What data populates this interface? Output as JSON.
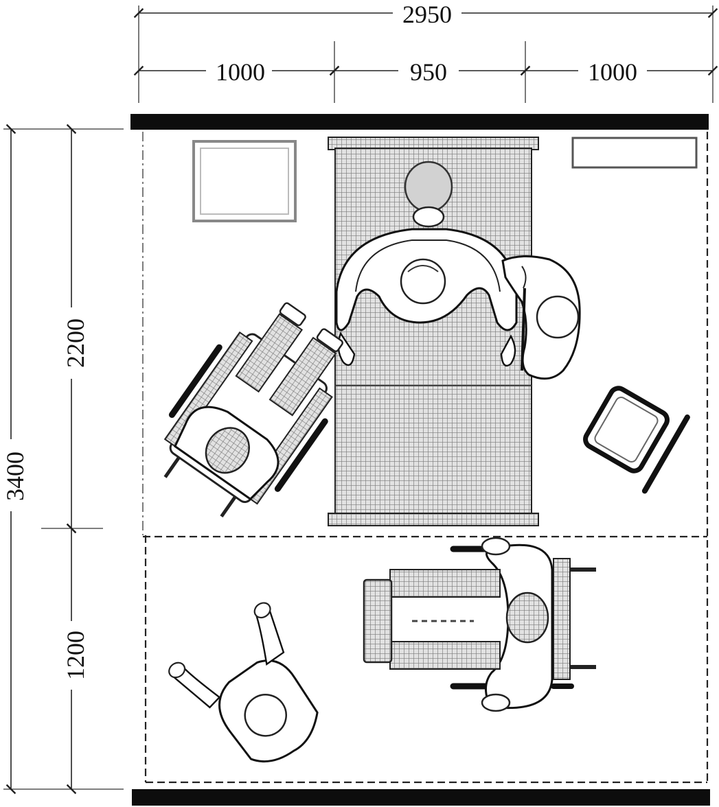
{
  "dimensions": {
    "total_width": "2950",
    "left_width": "1000",
    "middle_width": "950",
    "right_width": "1000",
    "total_height": "3400",
    "upper_height": "2200",
    "lower_height": "1200"
  },
  "colors": {
    "ink": "#111111",
    "wall": "#0d0d0d",
    "hatch": "#9a9a9a",
    "paper": "#ffffff"
  },
  "icons": {
    "bed": "hospital-bed",
    "wheelchair": "wheelchair",
    "caregiver": "standing-person",
    "chair": "chair",
    "cabinet": "cabinet",
    "table": "side-table"
  }
}
